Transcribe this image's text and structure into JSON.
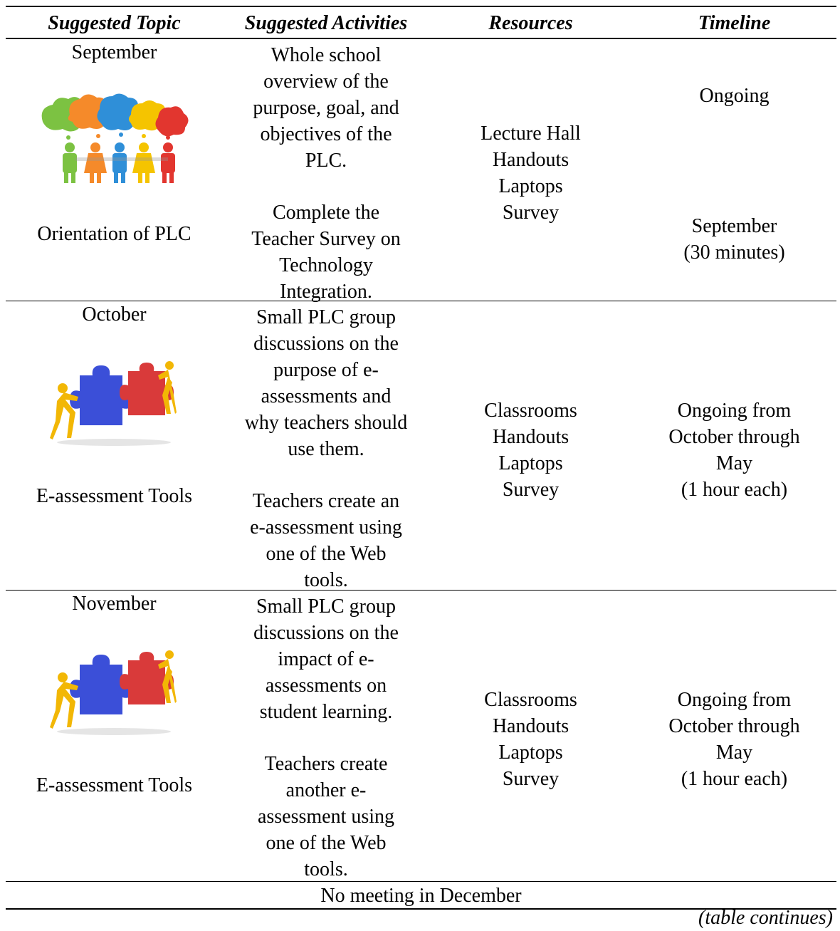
{
  "headers": [
    "Suggested Topic",
    "Suggested Activities",
    "Resources",
    "Timeline"
  ],
  "rows": [
    {
      "month": "September",
      "topic": "Orientation of PLC",
      "activities_1": [
        "Whole school",
        "overview of the",
        "purpose, goal, and",
        "objectives of the",
        "PLC."
      ],
      "activities_2": [
        "Complete the",
        "Teacher Survey on",
        "Technology",
        "Integration."
      ],
      "resources": [
        "Lecture Hall",
        "Handouts",
        "Laptops",
        "Survey"
      ],
      "timeline_1": [
        "Ongoing"
      ],
      "timeline_2": [
        "September",
        "(30 minutes)"
      ],
      "icon": "people-thought-bubbles-puzzle-icon"
    },
    {
      "month": "October",
      "topic": "E-assessment Tools",
      "activities_1": [
        "Small PLC group",
        "discussions on the",
        "purpose of e-",
        "assessments and",
        "why teachers should",
        "use them."
      ],
      "activities_2": [
        "Teachers create an",
        "e-assessment using",
        "one of the Web",
        "tools."
      ],
      "resources": [
        "Classrooms",
        "Handouts",
        "Laptops",
        "Survey"
      ],
      "timeline": [
        "Ongoing from",
        "October through",
        "May",
        "(1 hour each)"
      ],
      "icon": "figures-pushing-puzzle-pieces-icon"
    },
    {
      "month": "November",
      "topic": "E-assessment Tools",
      "activities_1": [
        "Small PLC group",
        "discussions on the",
        "impact of e-",
        "assessments on",
        "student learning."
      ],
      "activities_2": [
        "Teachers create",
        "another e-",
        "assessment using",
        "one of the Web",
        "tools."
      ],
      "resources": [
        "Classrooms",
        "Handouts",
        "Laptops",
        "Survey"
      ],
      "timeline": [
        "Ongoing from",
        "October through",
        "May",
        "(1 hour each)"
      ],
      "icon": "figures-pushing-puzzle-pieces-icon"
    }
  ],
  "december_note": "No meeting in December",
  "footer_note": "(table continues)",
  "colors": {
    "green": "#7cc242",
    "orange": "#f58a2a",
    "blue": "#2f8fd8",
    "yellow": "#f5c400",
    "red": "#e2362f",
    "puzzle_blue": "#3b4fd8",
    "puzzle_red": "#d93a3a",
    "figure": "#f2b705"
  }
}
